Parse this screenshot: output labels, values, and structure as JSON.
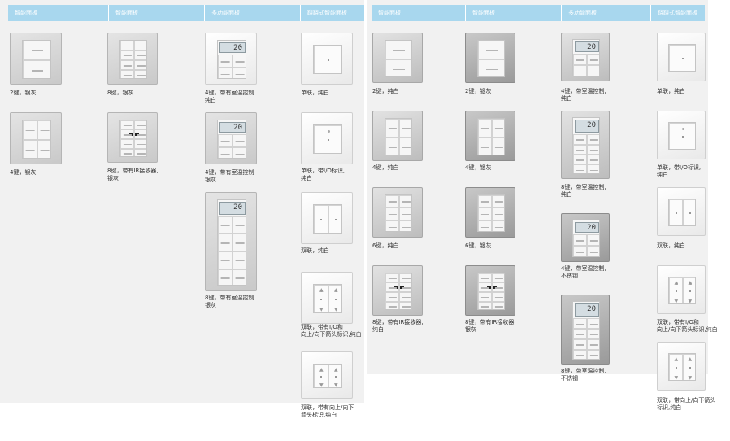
{
  "left_sheet": {
    "headers": [
      "智能面板",
      "智能面板",
      "多功能面板",
      "跷跷式智能面板"
    ],
    "captions": {
      "c1_1": "2键，银灰",
      "c1_2": "4键，银灰",
      "c2_1": "8键，银灰",
      "c2_2": "8键，带有IR接收器,\n银灰",
      "c3_1": "4键，带有室温控制\n纯白",
      "c3_2": "4键，带有室温控制\n银灰",
      "c3_3": "8键，带有室温控制\n银灰",
      "c4_1": "单联，纯白",
      "c4_2": "单联，带I/O标识,\n纯白",
      "c4_3": "双联，纯白",
      "c4_4": "双联，带有I/O和\n向上/向下箭头标识,纯白",
      "c4_5": "双联，带有向上/向下\n箭头标识,纯白"
    }
  },
  "right_sheet": {
    "headers": [
      "智能面板",
      "智能面板",
      "多功能面板",
      "跷跷式智能面板"
    ],
    "captions": {
      "c1_1": "2键，纯白",
      "c1_2": "4键，纯白",
      "c1_3": "6键，纯白",
      "c1_4": "8键，带有IR接收器,\n纯白",
      "c2_1": "2键，银灰",
      "c2_2": "4键，银灰",
      "c2_3": "6键，银灰",
      "c2_4": "8键，带有IR接收器,\n银灰",
      "c3_1": "4键，带室温控制,\n纯白",
      "c3_2": "8键，带室温控制,\n纯白",
      "c3_3": "4键，带室温控制,\n不锈钢",
      "c3_4": "8键，带室温控制,\n不锈钢",
      "c4_1": "单联，纯白",
      "c4_2": "单联，带I/O标识,\n纯白",
      "c4_3": "双联，纯白",
      "c4_4": "双联，带有I/O和\n向上/向下箭头标识,纯白",
      "c4_5": "双联，带向上/向下箭头\n标识,纯白"
    }
  },
  "display_readout": "20"
}
